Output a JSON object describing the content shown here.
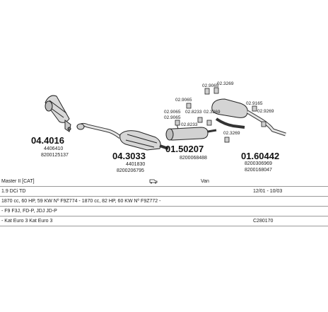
{
  "parts": {
    "p1": {
      "number": "04.4016",
      "oem": [
        "4406410",
        "8200125137"
      ]
    },
    "p2": {
      "number": "04.3033",
      "oem": [
        "4401830",
        "8200206795"
      ]
    },
    "p3": {
      "number": "01.50207",
      "oem": [
        "8200068488"
      ]
    },
    "p4": {
      "number": "01.60442",
      "oem": [
        "8200306969",
        "8200168047"
      ]
    }
  },
  "hardware": [
    "02.9065",
    "02.3269",
    "02.9065",
    "02.8233",
    "02.3269",
    "02.9065",
    "02.9269",
    "02.9165",
    "02.9065",
    "02.8233",
    "02.3269"
  ],
  "info": {
    "model": "Master II [CAT]",
    "body_type": "Van",
    "engine": "1.9 DCi TD",
    "dates": "12/01 - 10/03",
    "specs": "1870 cc, 60 HP, 59 KW Nº F9Z774 - 1870 cc, 82 HP, 60 KW Nº F9Z772 -",
    "drive_codes": "- F9 F3J, FD-P, JDJ JD-P",
    "emission": "- Kat Euro 3 Kat Euro 3",
    "reference": "C280170"
  }
}
